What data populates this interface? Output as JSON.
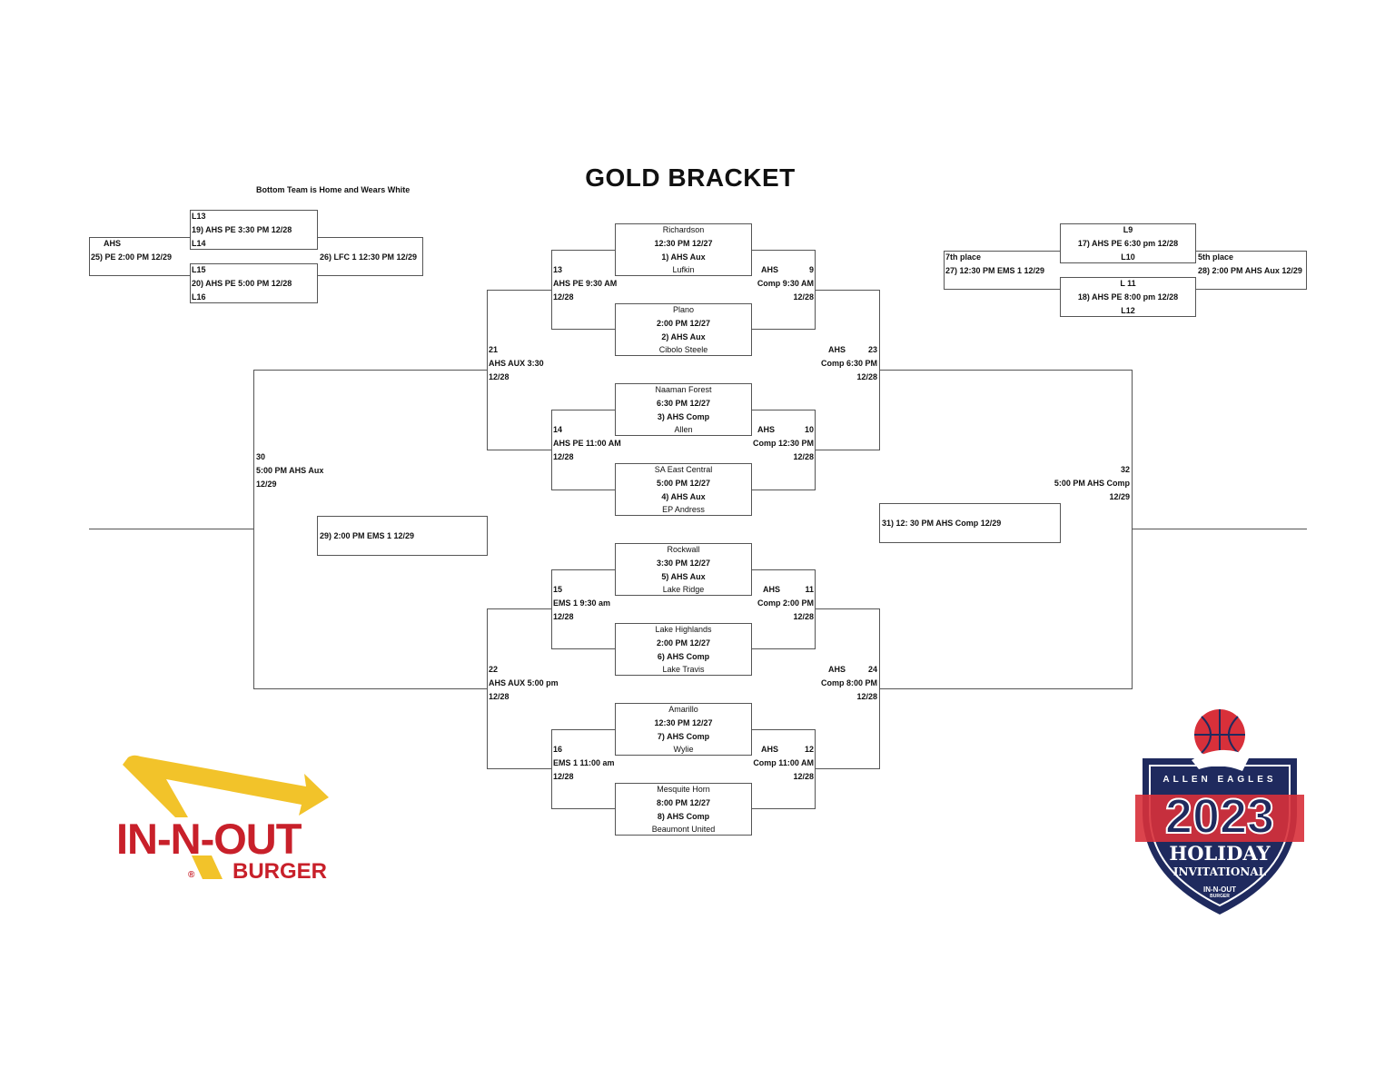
{
  "title": "GOLD BRACKET",
  "note": "Bottom Team is Home and Wears White",
  "colors": {
    "innout_red": "#c8202a",
    "innout_yellow": "#f2c32a",
    "eagles_navy": "#1f2a5e",
    "eagles_red": "#d8303a"
  },
  "first_round": [
    {
      "top": "Richardson",
      "time": "12:30 PM   12/27",
      "game": "1) AHS Aux",
      "bottom": "Lufkin"
    },
    {
      "top": "Plano",
      "time": "2:00 PM   12/27",
      "game": "2) AHS Aux",
      "bottom": "Cibolo Steele"
    },
    {
      "top": "Naaman Forest",
      "time": "6:30 PM   12/27",
      "game": "3) AHS Comp",
      "bottom": "Allen"
    },
    {
      "top": "SA East Central",
      "time": "5:00 PM   12/27",
      "game": "4) AHS Aux",
      "bottom": "EP Andress"
    },
    {
      "top": "Rockwall",
      "time": "3:30 PM   12/27",
      "game": "5) AHS Aux",
      "bottom": "Lake Ridge"
    },
    {
      "top": "Lake Highlands",
      "time": "2:00 PM   12/27",
      "game": "6) AHS Comp",
      "bottom": "Lake Travis"
    },
    {
      "top": "Amarillo",
      "time": "12:30 PM   12/27",
      "game": "7) AHS Comp",
      "bottom": "Wylie"
    },
    {
      "top": "Mesquite Horn",
      "time": "8:00 PM   12/27",
      "game": "8) AHS Comp",
      "bottom": "Beaumont United"
    }
  ],
  "left_games": {
    "g13": {
      "num": "13",
      "place": "AHS PE 9:30 AM",
      "date": "12/28"
    },
    "g14": {
      "num": "14",
      "place": "AHS PE 11:00 AM",
      "date": "12/28"
    },
    "g15": {
      "num": "15",
      "place": "EMS 1 9:30 am",
      "date": "12/28"
    },
    "g16": {
      "num": "16",
      "place": "EMS 1 11:00 am",
      "date": "12/28"
    },
    "g21": {
      "num": "21",
      "place": "AHS AUX 3:30",
      "date": "12/28"
    },
    "g22": {
      "num": "22",
      "place": "AHS AUX 5:00 pm",
      "date": "12/28"
    },
    "g30": {
      "num": "30",
      "place": "5:00 PM AHS Aux",
      "date": "12/29"
    }
  },
  "right_games": {
    "g9": {
      "site": "AHS",
      "num": "9",
      "place": "Comp 9:30 AM",
      "date": "12/28"
    },
    "g10": {
      "site": "AHS",
      "num": "10",
      "place": "Comp 12:30 PM",
      "date": "12/28"
    },
    "g11": {
      "site": "AHS",
      "num": "11",
      "place": "Comp 2:00 PM",
      "date": "12/28"
    },
    "g12": {
      "site": "AHS",
      "num": "12",
      "place": "Comp 11:00 AM",
      "date": "12/28"
    },
    "g23": {
      "site": "AHS",
      "num": "23",
      "place": "Comp 6:30 PM",
      "date": "12/28"
    },
    "g24": {
      "site": "AHS",
      "num": "24",
      "place": "Comp 8:00 PM",
      "date": "12/28"
    },
    "g32": {
      "num": "32",
      "place": "5:00 PM AHS Comp",
      "date": "12/29"
    }
  },
  "g29": "29) 2:00 PM EMS 1 12/29",
  "g31": "31) 12: 30 PM AHS Comp 12/29",
  "consolation_left": {
    "g19": {
      "top": "L13",
      "game": "19) AHS PE 3:30 PM 12/28",
      "bottom": "L14"
    },
    "g20": {
      "top": "L15",
      "game": "20) AHS PE 5:00 PM 12/28",
      "bottom": "L16"
    },
    "g25_site": "AHS",
    "g25": "25) PE 2:00 PM 12/29",
    "g26": "26) LFC 1 12:30 PM 12/29"
  },
  "consolation_right": {
    "g17": {
      "top": "L9",
      "game": "17) AHS PE 6:30 pm 12/28",
      "bottom": "L10"
    },
    "g18": {
      "top": "L 11",
      "game": "18) AHS PE 8:00 pm 12/28",
      "bottom": "L12"
    },
    "g27_label": "7th place",
    "g27": "27) 12:30 PM EMS 1 12/29",
    "g28_label": "5th place",
    "g28": "28) 2:00 PM AHS Aux 12/29"
  },
  "logo_innout": {
    "line1": "IN-N-OUT",
    "line2": "BURGER",
    "mark": "®"
  },
  "logo_eagles": {
    "arc": "ALLEN EAGLES",
    "year": "2023",
    "line1": "HOLIDAY",
    "line2": "INVITATIONAL",
    "sponsor": "IN-N-OUT",
    "sponsor2": "BURGER"
  }
}
